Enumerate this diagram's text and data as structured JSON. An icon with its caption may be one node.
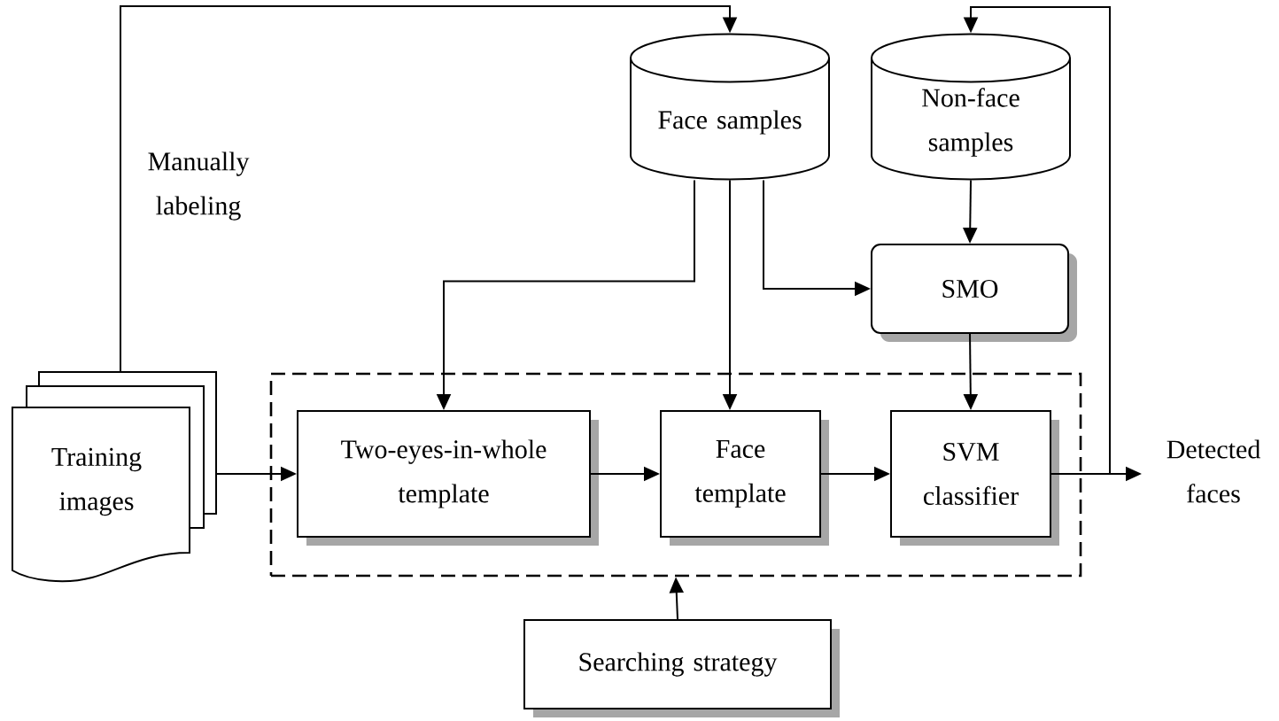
{
  "diagram": {
    "nodes": [
      {
        "text": [
          "Training images"
        ]
      },
      {
        "text": [
          "Face samples"
        ]
      },
      {
        "text": [
          "Non-face samples"
        ]
      },
      {
        "text": [
          "SMO"
        ]
      },
      {
        "text": [],
        "shape": "box"
      },
      {
        "text": [
          "Two-eyes-in-whole template"
        ],
        "in": 4
      },
      {
        "text": [
          "Face template"
        ],
        "in": 4
      },
      {
        "text": [
          "SVM classifier"
        ],
        "in": 4
      },
      {
        "text": [
          "Detected faces"
        ]
      },
      {
        "text": [
          "Searching strategy"
        ]
      }
    ],
    "edges": [
      {
        "from": 0,
        "to": 1,
        "arrow": "to",
        "label": "Manually labeling"
      },
      {
        "from": 1,
        "to": 5,
        "arrow": "to"
      },
      {
        "from": 1,
        "to": 6,
        "arrow": "to"
      },
      {
        "from": 1,
        "to": 3,
        "arrow": "to"
      },
      {
        "from": 2,
        "to": 3,
        "arrow": "to"
      },
      {
        "from": 3,
        "to": 7,
        "arrow": "to"
      },
      {
        "from": 0,
        "to": 5,
        "arrow": "to"
      },
      {
        "from": 5,
        "to": 6,
        "arrow": "to"
      },
      {
        "from": 6,
        "to": 7,
        "arrow": "to"
      },
      {
        "from": 7,
        "to": 8,
        "arrow": "to"
      },
      {
        "from": 7,
        "to": 2,
        "arrow": "to"
      },
      {
        "from": 9,
        "to": 4,
        "arrow": "to"
      }
    ]
  }
}
